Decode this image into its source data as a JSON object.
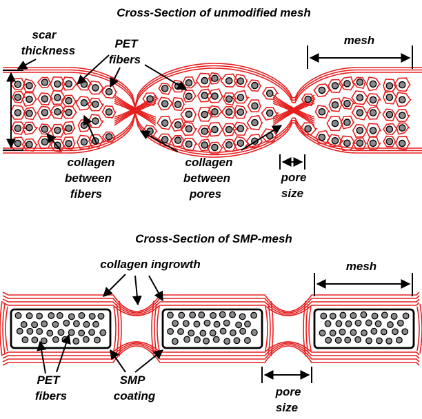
{
  "titles": {
    "top": "Cross-Section of unmodified mesh",
    "bottom": "Cross-Section of SMP-mesh"
  },
  "top_labels": {
    "scar_1": "scar",
    "scar_2": "thickness",
    "pet_1": "PET",
    "pet_2": "fibers",
    "mesh": "mesh",
    "cbf_1": "collagen",
    "cbf_2": "between",
    "cbf_3": "fibers",
    "cbp_1": "collagen",
    "cbp_2": "between",
    "cbp_3": "pores",
    "pore_1": "pore",
    "pore_2": "size"
  },
  "bottom_labels": {
    "ingrowth": "collagen ingrowth",
    "mesh": "mesh",
    "pet_1": "PET",
    "pet_2": "fibers",
    "smp_1": "SMP",
    "smp_2": "coating",
    "pore_1": "pore",
    "pore_2": "size"
  },
  "colors": {
    "collagen": "#e61e1e",
    "fiber_fill": "#8a8a8a",
    "outline": "#000000"
  }
}
